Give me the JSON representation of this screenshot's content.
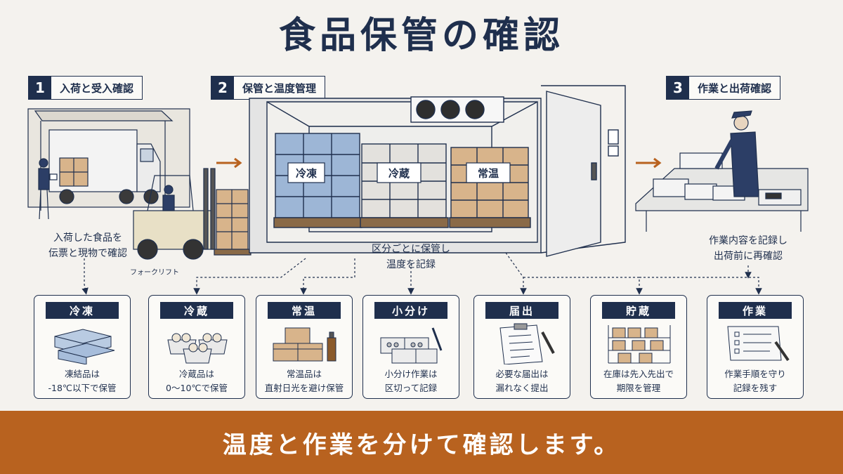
{
  "title": "食品保管の確認",
  "steps": [
    {
      "num": "1",
      "label": "入荷と受入確認"
    },
    {
      "num": "2",
      "label": "保管と温度管理"
    },
    {
      "num": "3",
      "label": "作業と出荷確認"
    }
  ],
  "captions": {
    "receive": "入荷した食品を\n伝票と現物で確認",
    "forklift": "フォークリフト",
    "storage": "区分ごとに保管し\n温度を記録",
    "shipping": "作業内容を記録し\n出荷前に再確認"
  },
  "zones": {
    "frozen": "冷凍",
    "chilled": "冷蔵",
    "ambient": "常温"
  },
  "cards": [
    {
      "tag": "冷凍",
      "text": "凍結品は\n-18℃以下で保管",
      "icon": "frozen-boxes-icon"
    },
    {
      "tag": "冷蔵",
      "text": "冷蔵品は\n0〜10℃で保管",
      "icon": "chilled-trays-icon"
    },
    {
      "tag": "常温",
      "text": "常温品は\n直射日光を避け保管",
      "icon": "ambient-boxes-icon"
    },
    {
      "tag": "小分け",
      "text": "小分け作業は\n区切って記録",
      "icon": "portion-trays-icon"
    },
    {
      "tag": "届出",
      "text": "必要な届出は\n漏れなく提出",
      "icon": "clipboard-icon"
    },
    {
      "tag": "貯蔵",
      "text": "在庫は先入先出で\n期限を管理",
      "icon": "storage-shelf-icon"
    },
    {
      "tag": "作業",
      "text": "作業手順を守り\n記録を残す",
      "icon": "tablet-checklist-icon"
    }
  ],
  "banner": "温度と作業を分けて確認します。",
  "colors": {
    "navy": "#1f2f4d",
    "accent": "#b8621f",
    "background": "#f4f2ee"
  }
}
